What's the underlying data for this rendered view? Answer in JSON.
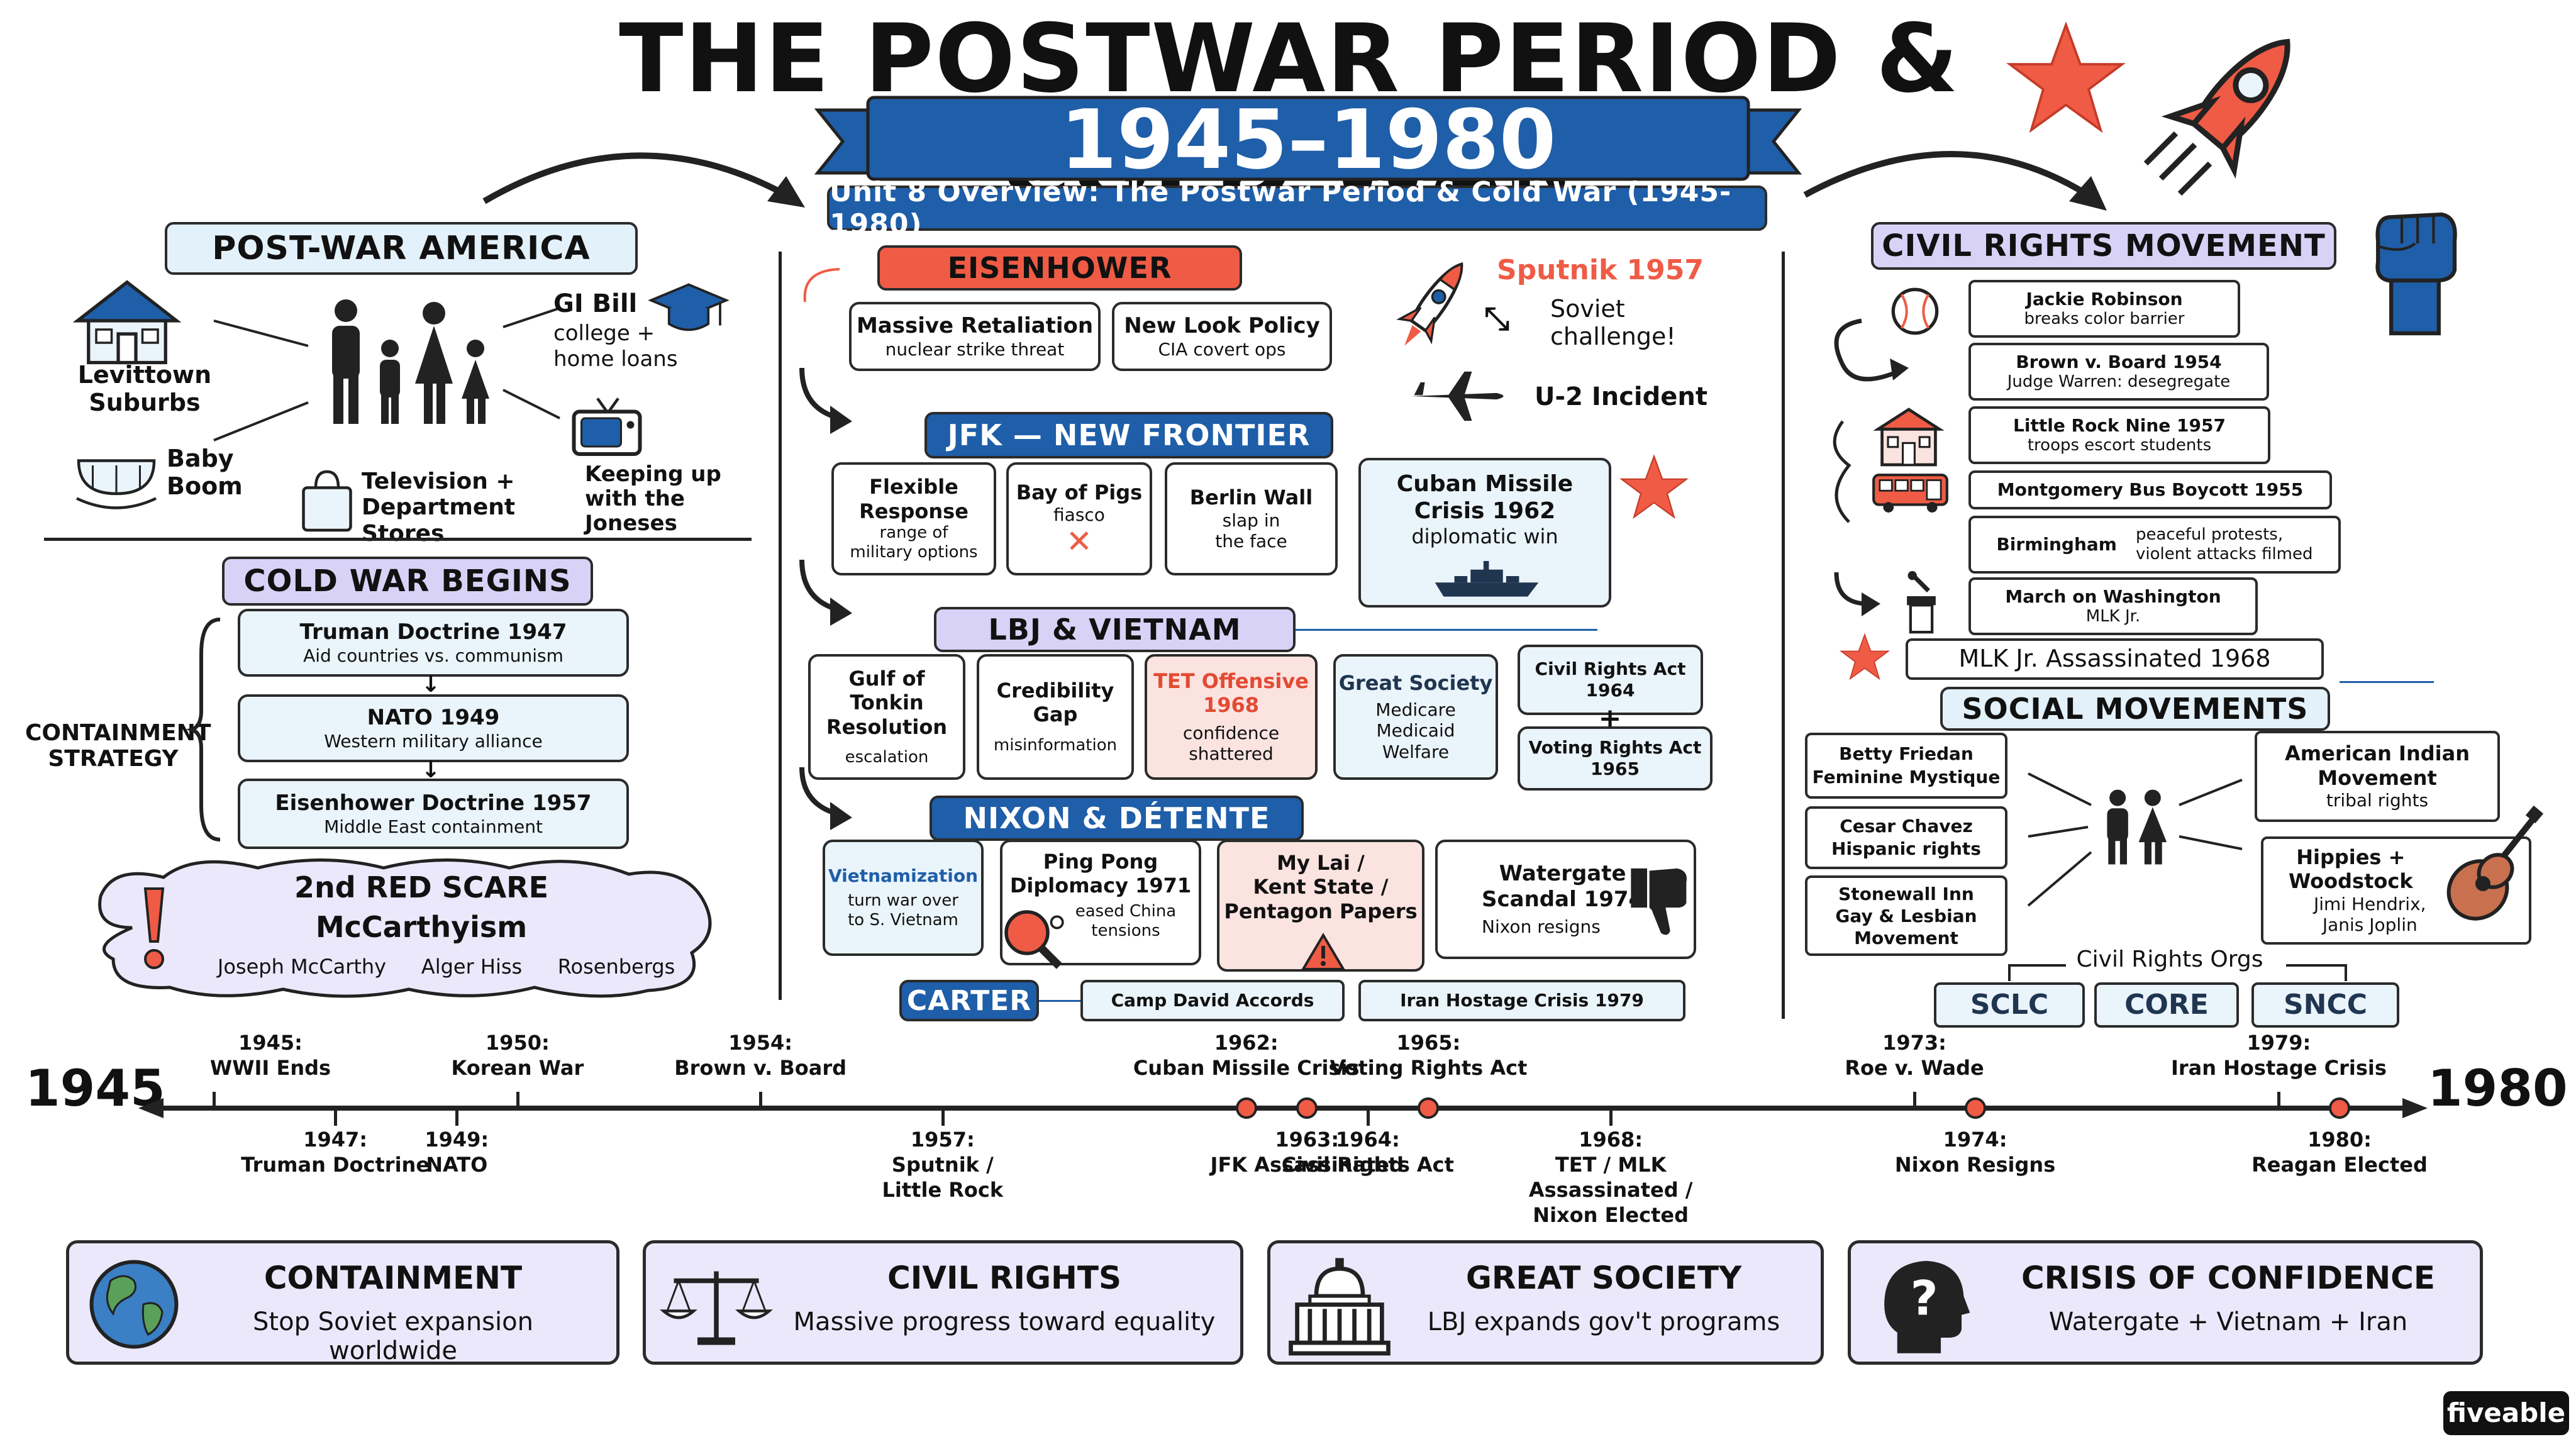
{
  "title": "THE POSTWAR PERIOD & COLD WAR",
  "years": "1945–1980",
  "subtitle": "Unit 8 Overview: The Postwar Period & Cold War (1945-1980)",
  "postwar": {
    "header": "POST-WAR AMERICA",
    "levittown": "Levittown\nSuburbs",
    "gibill_title": "GI Bill",
    "gibill_sub": "college +\nhome loans",
    "babyboom": "Baby\nBoom",
    "tv": "Television +\nDepartment Stores",
    "joneses": "Keeping up\nwith the Joneses"
  },
  "coldwar": {
    "header": "COLD WAR BEGINS",
    "containment": "CONTAINMENT\nSTRATEGY",
    "items": [
      {
        "title": "Truman Doctrine 1947",
        "sub": "Aid countries vs. communism"
      },
      {
        "title": "NATO 1949",
        "sub": "Western military alliance"
      },
      {
        "title": "Eisenhower Doctrine 1957",
        "sub": "Middle East containment"
      }
    ],
    "redscare_title": "2nd RED SCARE",
    "redscare_sub": "McCarthyism",
    "redscare_names": [
      "Joseph McCarthy",
      "Alger Hiss",
      "Rosenbergs"
    ]
  },
  "eisenhower": {
    "header": "EISENHOWER",
    "items": [
      {
        "title": "Massive Retaliation",
        "sub": "nuclear strike threat"
      },
      {
        "title": "New Look Policy",
        "sub": "CIA covert ops"
      }
    ],
    "sputnik": "Sputnik 1957",
    "soviet": "Soviet\nchallenge!",
    "u2": "U-2 Incident"
  },
  "jfk": {
    "header": "JFK — NEW FRONTIER",
    "flexible_title": "Flexible\nResponse",
    "flexible_sub": "range of\nmilitary options",
    "pigs_title": "Bay of Pigs",
    "pigs_sub": "fiasco",
    "berlin_title": "Berlin Wall",
    "berlin_sub": "slap in\nthe face",
    "cuban_title": "Cuban Missile\nCrisis 1962",
    "cuban_sub": "diplomatic win"
  },
  "lbj": {
    "header": "LBJ & VIETNAM",
    "tonkin_title": "Gulf of Tonkin\nResolution",
    "tonkin_sub": "escalation",
    "cred_title": "Credibility\nGap",
    "cred_sub": "misinformation",
    "tet_title": "TET Offensive\n1968",
    "tet_sub": "confidence\nshattered",
    "society_title": "Great Society",
    "society_sub": "Medicare\nMedicaid\nWelfare",
    "cra": "Civil Rights Act\n1964",
    "plus": "+",
    "vra": "Voting Rights Act\n1965"
  },
  "nixon": {
    "header": "NIXON & DÉTENTE",
    "viet_title": "Vietnamization",
    "viet_sub": "turn war over\nto S. Vietnam",
    "ping_title": "Ping Pong\nDiplomacy 1971",
    "ping_sub": "eased China\ntensions",
    "mylai": "My Lai /\nKent State /\nPentagon Papers",
    "watergate_title": "Watergate\nScandal 1974",
    "watergate_sub": "Nixon resigns"
  },
  "carter": {
    "header": "CARTER",
    "camp": "Camp David Accords",
    "iran": "Iran Hostage Crisis 1979"
  },
  "civilrights": {
    "header": "CIVIL RIGHTS MOVEMENT",
    "jackie_title": "Jackie Robinson",
    "jackie_sub": "breaks color barrier",
    "brown_title": "Brown v. Board 1954",
    "brown_sub": "Judge Warren: desegregate",
    "little_title": "Little Rock Nine 1957",
    "little_sub": "troops escort students",
    "montgomery": "Montgomery Bus Boycott 1955",
    "birm_title": "Birmingham",
    "birm_sub": "peaceful protests,\nviolent attacks filmed",
    "march_title": "March on Washington",
    "march_sub": "MLK Jr.",
    "mlk": "MLK Jr. Assassinated 1968"
  },
  "social": {
    "header": "SOCIAL MOVEMENTS",
    "friedan": "Betty Friedan\nFeminine Mystique",
    "chavez": "Cesar Chavez\nHispanic rights",
    "stonewall": "Stonewall Inn\nGay & Lesbian\nMovement",
    "aim_title": "American Indian\nMovement",
    "aim_sub": "tribal rights",
    "hippies_title": "Hippies +\nWoodstock",
    "hippies_sub": "Jimi Hendrix,\nJanis Joplin",
    "orgs_label": "Civil Rights Orgs",
    "orgs": [
      "SCLC",
      "CORE",
      "SNCC"
    ]
  },
  "timeline": {
    "start": "1945",
    "end": "1980",
    "events": [
      {
        "label": "1945:\nWWII Ends",
        "pos": "above",
        "marker": "tick"
      },
      {
        "label": "1947:\nTruman Doctrine",
        "pos": "below",
        "marker": "tick"
      },
      {
        "label": "1949:\nNATO",
        "pos": "below",
        "marker": "tick"
      },
      {
        "label": "1950:\nKorean War",
        "pos": "above",
        "marker": "tick"
      },
      {
        "label": "1954:\nBrown v. Board",
        "pos": "above",
        "marker": "tick"
      },
      {
        "label": "1957:\nSputnik /\nLittle Rock",
        "pos": "below",
        "marker": "tick"
      },
      {
        "label": "1962:\nCuban Missile Crisis",
        "pos": "above",
        "marker": "dot"
      },
      {
        "label": "1963:\nJFK Assassinated",
        "pos": "below",
        "marker": "dot"
      },
      {
        "label": "1964:\nCivil Rights Act",
        "pos": "below",
        "marker": "tick"
      },
      {
        "label": "1965:\nVoting Rights Act",
        "pos": "above",
        "marker": "dot"
      },
      {
        "label": "1968:\nTET / MLK Assassinated /\nNixon Elected",
        "pos": "below",
        "marker": "tick"
      },
      {
        "label": "1973:\nRoe v. Wade",
        "pos": "above",
        "marker": "tick"
      },
      {
        "label": "1974:\nNixon Resigns",
        "pos": "below",
        "marker": "dot"
      },
      {
        "label": "1979:\nIran Hostage Crisis",
        "pos": "above",
        "marker": "tick"
      },
      {
        "label": "1980:\nReagan Elected",
        "pos": "below",
        "marker": "dot"
      }
    ]
  },
  "themes": [
    {
      "title": "CONTAINMENT",
      "sub": "Stop Soviet expansion worldwide",
      "icon": "globe-icon"
    },
    {
      "title": "CIVIL RIGHTS",
      "sub": "Massive progress toward equality",
      "icon": "scales-icon"
    },
    {
      "title": "GREAT SOCIETY",
      "sub": "LBJ expands gov't programs",
      "icon": "capitol-icon"
    },
    {
      "title": "CRISIS OF CONFIDENCE",
      "sub": "Watergate + Vietnam + Iran",
      "icon": "question-head-icon"
    }
  ],
  "brand": "fiveable",
  "colors": {
    "blue": "#1f5ea8",
    "red": "#ef5b45",
    "lavender": "#d9d2f7",
    "lightblue": "#e3f1fa",
    "pink": "#fbe3e0"
  }
}
